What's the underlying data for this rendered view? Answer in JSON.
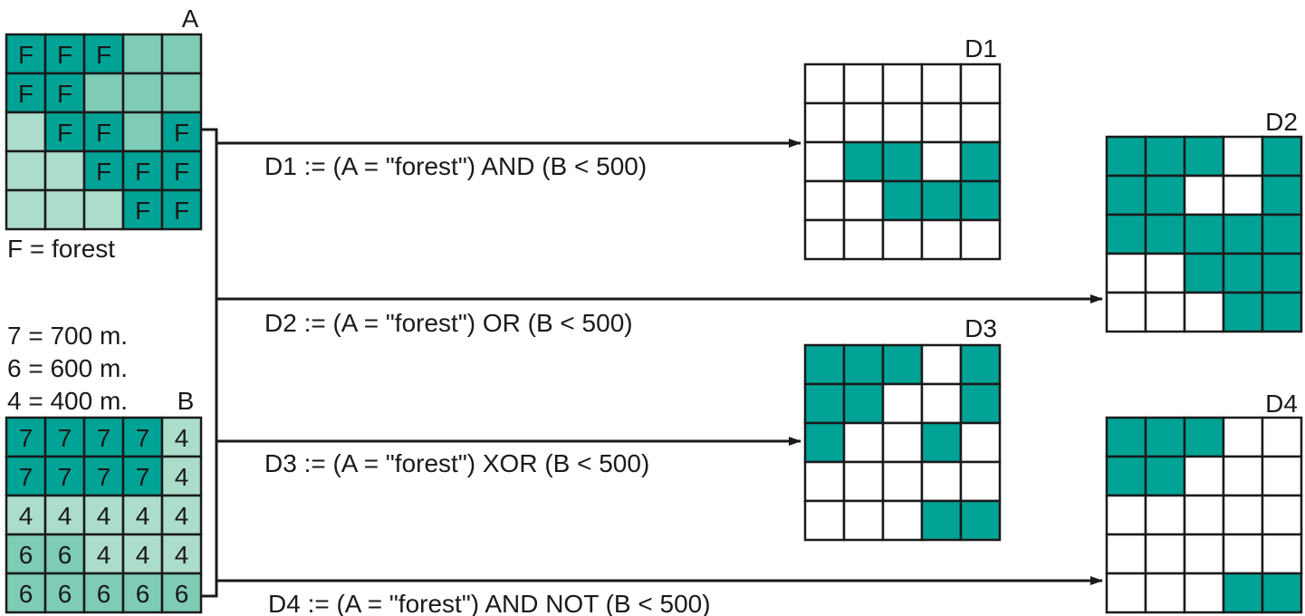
{
  "colors": {
    "teal_dark": "#00A396",
    "teal_mid": "#7ECBB6",
    "teal_light": "#ACDCCC",
    "white": "#ffffff",
    "line": "#1a1a1a"
  },
  "grid_a": {
    "label": "A",
    "cells": [
      [
        "F",
        "F",
        "F",
        "",
        ""
      ],
      [
        "F",
        "F",
        "",
        "",
        ""
      ],
      [
        "",
        "F",
        "F",
        "",
        "F"
      ],
      [
        "",
        "",
        "F",
        "F",
        "F"
      ],
      [
        "",
        "",
        "",
        "F",
        "F"
      ]
    ],
    "shades": [
      [
        "dark",
        "dark",
        "dark",
        "mid",
        "mid"
      ],
      [
        "dark",
        "dark",
        "mid",
        "mid",
        "mid"
      ],
      [
        "light",
        "dark",
        "dark",
        "mid",
        "dark"
      ],
      [
        "light",
        "light",
        "dark",
        "dark",
        "dark"
      ],
      [
        "light",
        "light",
        "light",
        "dark",
        "dark"
      ]
    ],
    "legend": "F = forest"
  },
  "grid_b": {
    "label": "B",
    "cells": [
      [
        "7",
        "7",
        "7",
        "7",
        "4"
      ],
      [
        "7",
        "7",
        "7",
        "7",
        "4"
      ],
      [
        "4",
        "4",
        "4",
        "4",
        "4"
      ],
      [
        "6",
        "6",
        "4",
        "4",
        "4"
      ],
      [
        "6",
        "6",
        "6",
        "6",
        "6"
      ]
    ],
    "legend": [
      "7 = 700 m.",
      "6 = 600 m.",
      "4 = 400 m."
    ]
  },
  "outputs": [
    {
      "label": "D1",
      "expression": "D1 := (A = \"forest\") AND (B < 500)",
      "cells": [
        [
          0,
          0,
          0,
          0,
          0
        ],
        [
          0,
          0,
          0,
          0,
          0
        ],
        [
          0,
          1,
          1,
          0,
          1
        ],
        [
          0,
          0,
          1,
          1,
          1
        ],
        [
          0,
          0,
          0,
          0,
          0
        ]
      ]
    },
    {
      "label": "D2",
      "expression": "D2 := (A = \"forest\") OR (B < 500)",
      "cells": [
        [
          1,
          1,
          1,
          0,
          1
        ],
        [
          1,
          1,
          0,
          0,
          1
        ],
        [
          1,
          1,
          1,
          1,
          1
        ],
        [
          0,
          0,
          1,
          1,
          1
        ],
        [
          0,
          0,
          0,
          1,
          1
        ]
      ]
    },
    {
      "label": "D3",
      "expression": "D3 := (A = \"forest\") XOR (B < 500)",
      "cells": [
        [
          1,
          1,
          1,
          0,
          1
        ],
        [
          1,
          1,
          0,
          0,
          1
        ],
        [
          1,
          0,
          0,
          1,
          0
        ],
        [
          0,
          0,
          0,
          0,
          0
        ],
        [
          0,
          0,
          0,
          1,
          1
        ]
      ]
    },
    {
      "label": "D4",
      "expression": "D4 := (A = \"forest\") AND NOT (B < 500)",
      "cells": [
        [
          1,
          1,
          1,
          0,
          0
        ],
        [
          1,
          1,
          0,
          0,
          0
        ],
        [
          0,
          0,
          0,
          0,
          0
        ],
        [
          0,
          0,
          0,
          0,
          0
        ],
        [
          0,
          0,
          0,
          1,
          1
        ]
      ]
    }
  ]
}
